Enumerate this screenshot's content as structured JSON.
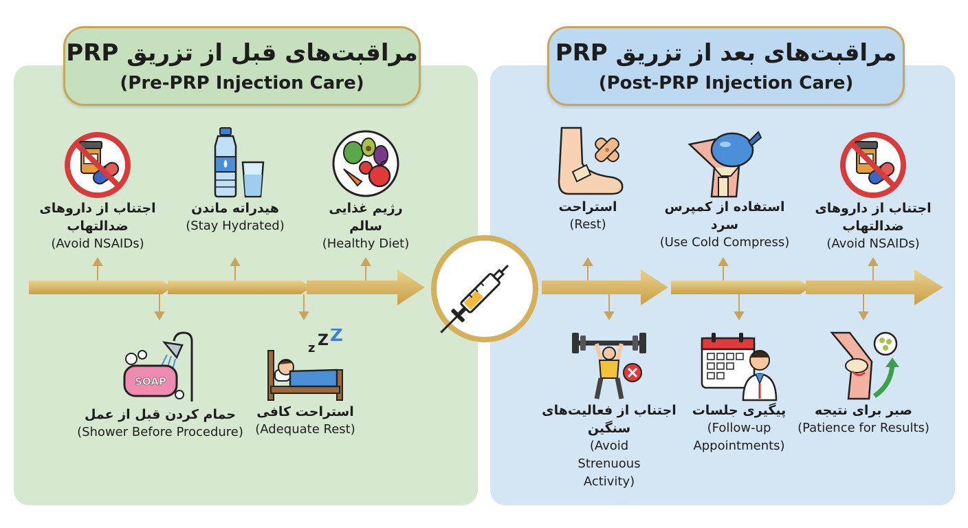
{
  "pre": {
    "title_fa": "مراقبت‌های قبل از تزریق PRP",
    "title_en": "(Pre-PRP Injection Care)",
    "items": [
      {
        "fa": "اجتناب از داروهای ضدالتهاب",
        "en": "(Avoid NSAIDs)",
        "icon": "no-pills-icon"
      },
      {
        "fa": "هیدراته ماندن",
        "en": "(Stay Hydrated)",
        "icon": "water-bottle-icon"
      },
      {
        "fa": "رژیم غذایی سالم",
        "en": "(Healthy Diet)",
        "icon": "healthy-food-icon"
      },
      {
        "fa": "حمام کردن قبل از عمل",
        "en": "(Shower Before Procedure)",
        "icon": "shower-soap-icon"
      },
      {
        "fa": "استراحت کافی",
        "en": "(Adequate Rest)",
        "icon": "sleeping-bed-icon"
      }
    ]
  },
  "post": {
    "title_fa": "مراقبت‌های بعد از تزریق PRP",
    "title_en": "(Post-PRP Injection Care)",
    "items": [
      {
        "fa": "استراحت",
        "en": "(Rest)",
        "icon": "foot-bandage-icon"
      },
      {
        "fa": "استفاده از کمپرس سرد",
        "en": "(Use Cold Compress)",
        "icon": "ice-pack-knee-icon"
      },
      {
        "fa": "اجتناب از داروهای ضدالتهاب",
        "en": "(Avoid NSAIDs)",
        "icon": "no-pills-icon"
      },
      {
        "fa": "اجتناب از فعالیت‌های سنگین",
        "en": "(Avoid Strenuous Activity)",
        "icon": "weightlifter-icon"
      },
      {
        "fa": "پیگیری جلسات",
        "en": "(Follow-up Appointments)",
        "icon": "calendar-doctor-icon"
      },
      {
        "fa": "صبر برای نتیجه",
        "en": "(Patience for Results)",
        "icon": "joint-healing-icon"
      }
    ]
  },
  "center_icon": "syringe-icon",
  "colors": {
    "pre_panel": "#d6e8d0",
    "post_panel": "#d4e5f4",
    "gold": "#d4af5c"
  }
}
